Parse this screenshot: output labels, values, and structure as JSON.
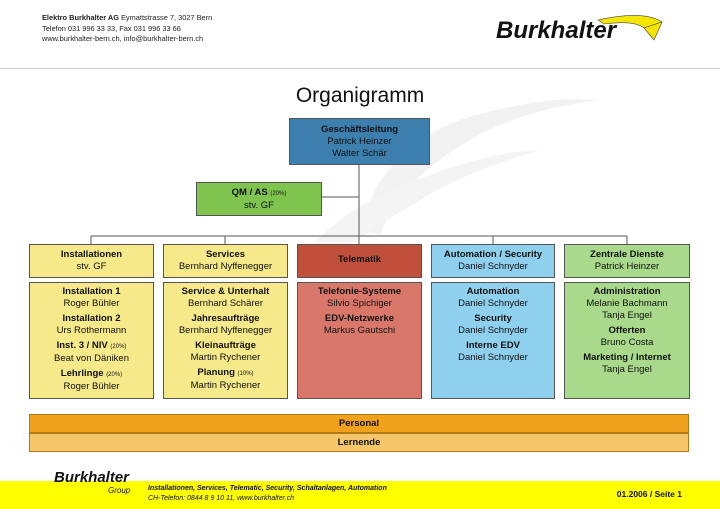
{
  "header": {
    "company": "Elektro Burkhalter AG",
    "address": "Eymattstrasse 7, 3027 Bern",
    "phone": "Telefon 031 996 33 33, Fax 031 996 33 66",
    "web": "www.burkhalter-bern.ch, info@burkhalter-bern.ch"
  },
  "logo": {
    "text": "Burkhalter"
  },
  "title": "Organigramm",
  "top": {
    "label": "Geschäftsleitung",
    "names": [
      "Patrick Heinzer",
      "Walter Schär"
    ]
  },
  "qm": {
    "label": "QM / AS",
    "pct": "(20%)",
    "sub": "stv. GF"
  },
  "columns": [
    {
      "head": "Installationen",
      "head_sub": "stv. GF",
      "color": "#f5e98a",
      "entries": [
        {
          "label": "Installation 1",
          "pct": "",
          "names": [
            "Roger Bühler"
          ]
        },
        {
          "label": "Installation 2",
          "pct": "",
          "names": [
            "Urs Rothermann"
          ]
        },
        {
          "label": "Inst. 3 / NIV",
          "pct": "(20%)",
          "names": [
            "Beat von Däniken"
          ]
        },
        {
          "label": "Lehrlinge",
          "pct": "(20%)",
          "names": [
            "Roger Bühler"
          ]
        }
      ]
    },
    {
      "head": "Services",
      "head_sub": "Bernhard Nyffenegger",
      "color": "#f5e98a",
      "entries": [
        {
          "label": "Service & Unterhalt",
          "pct": "",
          "names": [
            "Bernhard Schärer"
          ]
        },
        {
          "label": "Jahresaufträge",
          "pct": "",
          "names": [
            "Bernhard Nyffenegger"
          ]
        },
        {
          "label": "Kleinaufträge",
          "pct": "",
          "names": [
            "Martin Rychener"
          ]
        },
        {
          "label": "Planung",
          "pct": "(10%)",
          "names": [
            "Martin Rychener"
          ]
        }
      ]
    },
    {
      "head": "Telematik",
      "head_sub": "",
      "color": "#c0503c",
      "body_color": "#d9786a",
      "entries": [
        {
          "label": "Telefonie-Systeme",
          "pct": "",
          "names": [
            "Silvio Spichiger"
          ]
        },
        {
          "label": "EDV-Netzwerke",
          "pct": "",
          "names": [
            "Markus Gautschi"
          ]
        }
      ]
    },
    {
      "head": "Automation / Security",
      "head_sub": "Daniel Schnyder",
      "color": "#8fd0ee",
      "entries": [
        {
          "label": "Automation",
          "pct": "",
          "names": [
            "Daniel Schnyder"
          ]
        },
        {
          "label": "Security",
          "pct": "",
          "names": [
            "Daniel Schnyder"
          ]
        },
        {
          "label": "Interne EDV",
          "pct": "",
          "names": [
            "Daniel Schnyder"
          ]
        }
      ]
    },
    {
      "head": "Zentrale Dienste",
      "head_sub": "Patrick Heinzer",
      "color": "#a9d98a",
      "entries": [
        {
          "label": "Administration",
          "pct": "",
          "names": [
            "Melanie Bachmann",
            "Tanja Engel"
          ]
        },
        {
          "label": "Offerten",
          "pct": "",
          "names": [
            "Bruno Costa"
          ]
        },
        {
          "label": "Marketing / Internet",
          "pct": "",
          "names": [
            "Tanja Engel"
          ]
        }
      ]
    }
  ],
  "bars": [
    "Personal",
    "Lernende"
  ],
  "footer": {
    "logo_text": "Burkhalter",
    "logo_sub": "Group",
    "line1": "Installationen, Services, Telematic, Security, Schaltanlagen, Automation",
    "line2": "CH-Telefon: 0844 8 9 10 11, www.burkhalter.ch",
    "page": "01.2006 / Seite 1"
  },
  "colors": {
    "top_box": "#3d7fae",
    "qm_box": "#7ec44f",
    "bar1": "#f0a21c",
    "bar2": "#f6c76a",
    "footer": "#ffff00"
  }
}
